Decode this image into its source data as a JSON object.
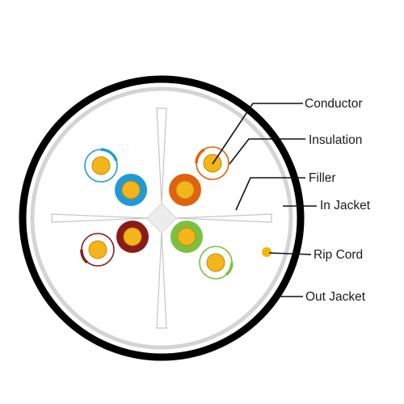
{
  "diagram": {
    "labels": {
      "conductor": "Conductor",
      "insulation": "Insulation",
      "filler": "Filler",
      "in_jacket": "In Jacket",
      "rip_cord": "Rip Cord",
      "out_jacket": "Out Jacket"
    },
    "colors": {
      "outer_jacket": "#000000",
      "inner_jacket": "#d4d4d4",
      "filler": "#c9c9c9",
      "conductor": "#f2b51b",
      "rip_cord": "#f5b50f",
      "pair_blue": "#1f9ad6",
      "pair_orange": "#e0610f",
      "pair_brown": "#8b1a1a",
      "pair_green": "#7ac142"
    }
  }
}
